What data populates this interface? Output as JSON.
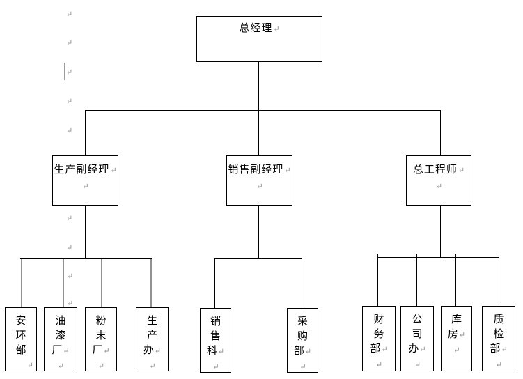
{
  "symbols": {
    "return_mark": "↵"
  },
  "colors": {
    "box_border": "#000000",
    "connector": "#000000",
    "connector_gray": "#919191",
    "mark_gray": "#8c8c8c",
    "background": "#ffffff"
  },
  "org_chart": {
    "root": {
      "label": "总经理"
    },
    "managers": [
      {
        "label": "生产副经理"
      },
      {
        "label": "销售副经理"
      },
      {
        "label": "总工程师"
      }
    ],
    "departments": {
      "production": [
        {
          "label": "安环部",
          "chars": [
            "安",
            "环",
            "部"
          ]
        },
        {
          "label": "油漆厂",
          "chars": [
            "油",
            "漆",
            "厂"
          ]
        },
        {
          "label": "粉末厂",
          "chars": [
            "粉",
            "末",
            "厂"
          ]
        },
        {
          "label": "生产办",
          "chars": [
            "生",
            "产",
            "办"
          ]
        }
      ],
      "sales": [
        {
          "label": "销售科",
          "chars": [
            "销",
            "售",
            "科"
          ]
        },
        {
          "label": "采购部",
          "chars": [
            "采",
            "购",
            "部"
          ]
        }
      ],
      "chief_engineer": [
        {
          "label": "财务部",
          "chars": [
            "财",
            "务",
            "部"
          ]
        },
        {
          "label": "公司办",
          "chars": [
            "公",
            "司",
            "办"
          ]
        },
        {
          "label": "库房",
          "chars": [
            "库",
            "房"
          ]
        },
        {
          "label": "质检部",
          "chars": [
            "质",
            "检",
            "部"
          ]
        }
      ]
    }
  }
}
